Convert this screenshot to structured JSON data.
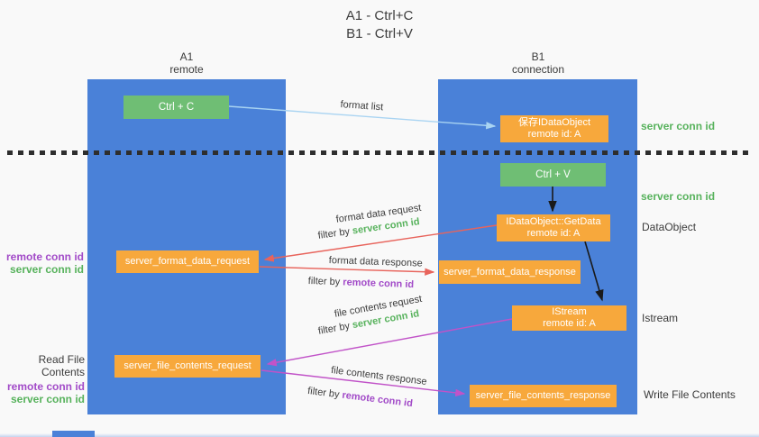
{
  "colors": {
    "lane_blue": "#4A81D8",
    "green_box": "#6FBE74",
    "orange_box": "#F7A83C",
    "green_id_text": "#57B25C",
    "purple_id_text": "#A24BC8",
    "arrow_red": "#E8645C",
    "arrow_magenta": "#C153C8",
    "arrow_lightblue": "#A9D4F2",
    "arrow_black": "#1A1A1A"
  },
  "title": {
    "line1": "A1 - Ctrl+C",
    "line2": "B1 - Ctrl+V"
  },
  "lanes": {
    "a": {
      "name": "A1",
      "role": "remote"
    },
    "b": {
      "name": "B1",
      "role": "connection"
    }
  },
  "nodes": {
    "ctrl_c": {
      "label": "Ctrl + C"
    },
    "save_dataobject": {
      "line1": "保存IDataObject",
      "line2": "remote id: A"
    },
    "ctrl_v": {
      "label": "Ctrl + V"
    },
    "getdata": {
      "line1": "IDataObject::GetData",
      "line2": "remote id: A"
    },
    "format_request": {
      "label": "server_format_data_request"
    },
    "format_response": {
      "label": "server_format_data_response"
    },
    "istream": {
      "line1": "IStream",
      "line2": "remote id: A"
    },
    "file_request": {
      "label": "server_file_contents_request"
    },
    "file_response": {
      "label": "server_file_contents_response"
    }
  },
  "arrow_labels": {
    "format_list": "format list",
    "format_data_request": {
      "title": "format data request",
      "filter_prefix": "filter by ",
      "filter_id": "server conn id"
    },
    "format_data_response": {
      "title": "format data response",
      "filter_prefix": "filter by ",
      "filter_id": "remote conn id"
    },
    "file_contents_request": {
      "title": "file contents request",
      "filter_prefix": "filter by ",
      "filter_id": "server conn id"
    },
    "file_contents_response": {
      "title": "file contents response",
      "filter_prefix": "filter by ",
      "filter_id": "remote conn id"
    }
  },
  "annotations": {
    "right": {
      "server_conn_id_1": "server conn id",
      "server_conn_id_2": "server conn id",
      "dataobject": "DataObject",
      "istream": "Istream",
      "write_file": "Write File Contents"
    },
    "left": {
      "group1": {
        "remote_conn_id": "remote conn id",
        "server_conn_id": "server conn id"
      },
      "group2": {
        "read_file": "Read File Contents",
        "remote_conn_id": "remote conn id",
        "server_conn_id": "server conn id"
      }
    }
  }
}
